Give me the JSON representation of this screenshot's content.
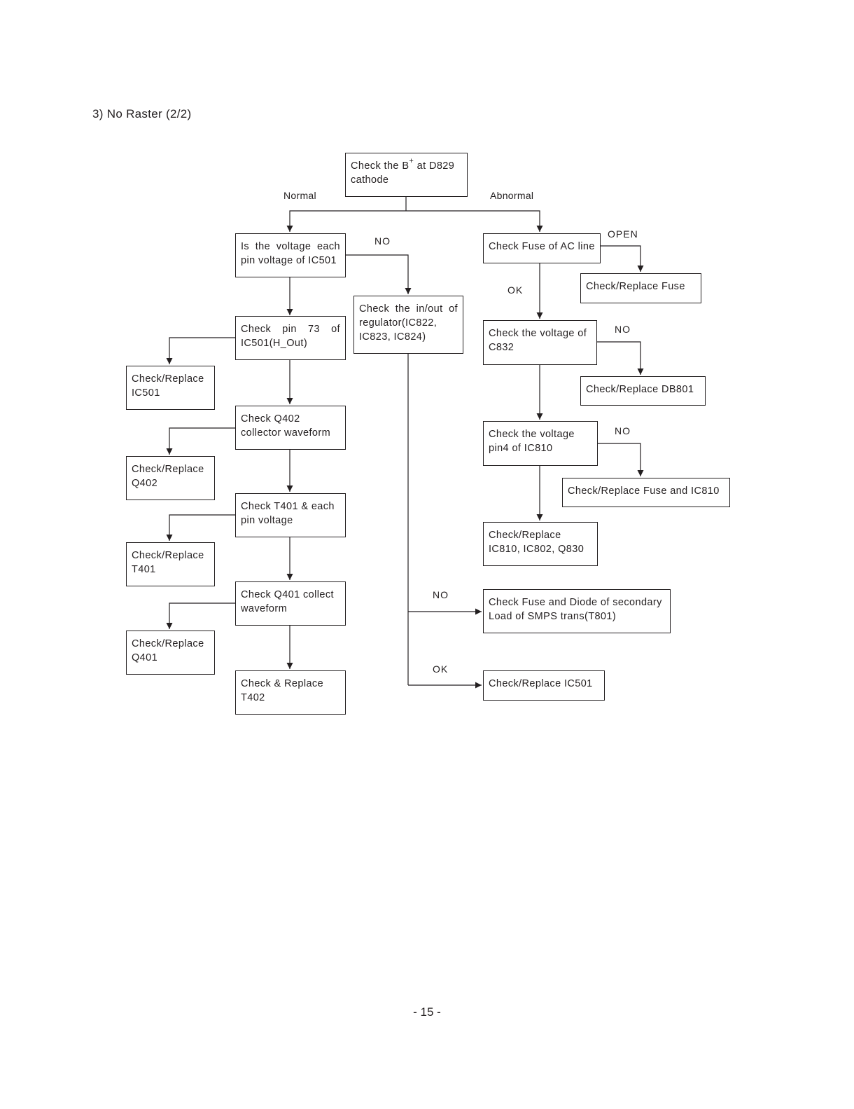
{
  "title": "3) No Raster (2/2)",
  "page_number": "- 15 -",
  "nodes": {
    "start": {
      "l1a": "Check the B",
      "l1sup": "+",
      "l1b": " at D829",
      "l2": "cathode"
    },
    "ic501_voltage": {
      "l1": "Is the voltage each",
      "l2": "pin voltage of IC501"
    },
    "pin73": {
      "l1": "Check pin 73 of",
      "l2": "IC501(H_Out)"
    },
    "replace_ic501_left": {
      "l1": "Check/Replace",
      "l2": "IC501"
    },
    "q402_waveform": {
      "l1": "Check Q402",
      "l2": "collector waveform"
    },
    "replace_q402": {
      "l1": "Check/Replace",
      "l2": "Q402"
    },
    "t401_voltage": {
      "l1": "Check T401 & each",
      "l2": "pin voltage"
    },
    "replace_t401": {
      "l1": "Check/Replace",
      "l2": "T401"
    },
    "q401_waveform": {
      "l1": "Check Q401 collect",
      "l2": "waveform"
    },
    "replace_q401": {
      "l1": "Check/Replace",
      "l2": "Q401"
    },
    "replace_t402": {
      "l1": "Check & Replace",
      "l2": "T402"
    },
    "regulator": {
      "l1": "Check the in/out of",
      "l2": "regulator(IC822,",
      "l3": "IC823, IC824)"
    },
    "ac_fuse": {
      "l1": "Check Fuse of AC line"
    },
    "replace_fuse": {
      "l1": "Check/Replace Fuse"
    },
    "c832_voltage": {
      "l1": "Check the voltage of",
      "l2": "C832"
    },
    "replace_db801": {
      "l1": "Check/Replace DB801"
    },
    "pin4_ic810": {
      "l1": "Check the voltage",
      "l2": "pin4 of IC810"
    },
    "replace_fuse_ic810": {
      "l1": "Check/Replace Fuse and IC810"
    },
    "replace_ic810_group": {
      "l1": "Check/Replace",
      "l2": "IC810, IC802, Q830"
    },
    "secondary_fuse": {
      "l1": "Check Fuse and Diode of secondary",
      "l2": "Load of SMPS trans(T801)"
    },
    "replace_ic501_right": {
      "l1": "Check/Replace IC501"
    }
  },
  "labels": {
    "normal": "Normal",
    "abnormal": "Abnormal",
    "no_regulator": "NO",
    "open": "OPEN",
    "ok_fuse": "OK",
    "no_c832": "NO",
    "no_pin4": "NO",
    "no_secondary": "NO",
    "ok_ic501": "OK"
  },
  "colors": {
    "ink": "#231f20",
    "paper": "#ffffff"
  }
}
